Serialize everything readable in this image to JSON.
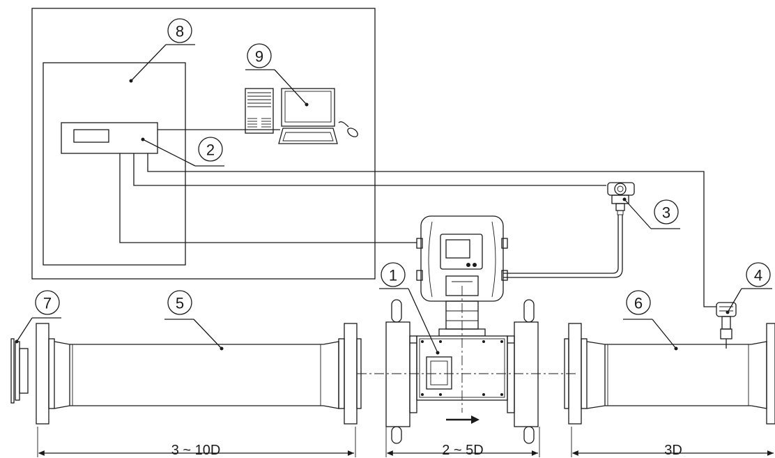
{
  "callouts": {
    "c1": "1",
    "c2": "2",
    "c3": "3",
    "c4": "4",
    "c5": "5",
    "c6": "6",
    "c7": "7",
    "c8": "8",
    "c9": "9"
  },
  "dimensions": {
    "upstream": "3 ~ 10D",
    "meter": "2 ~ 5D",
    "downstream": "3D"
  },
  "colors": {
    "line": "#1a1a1a",
    "background": "#ffffff"
  }
}
